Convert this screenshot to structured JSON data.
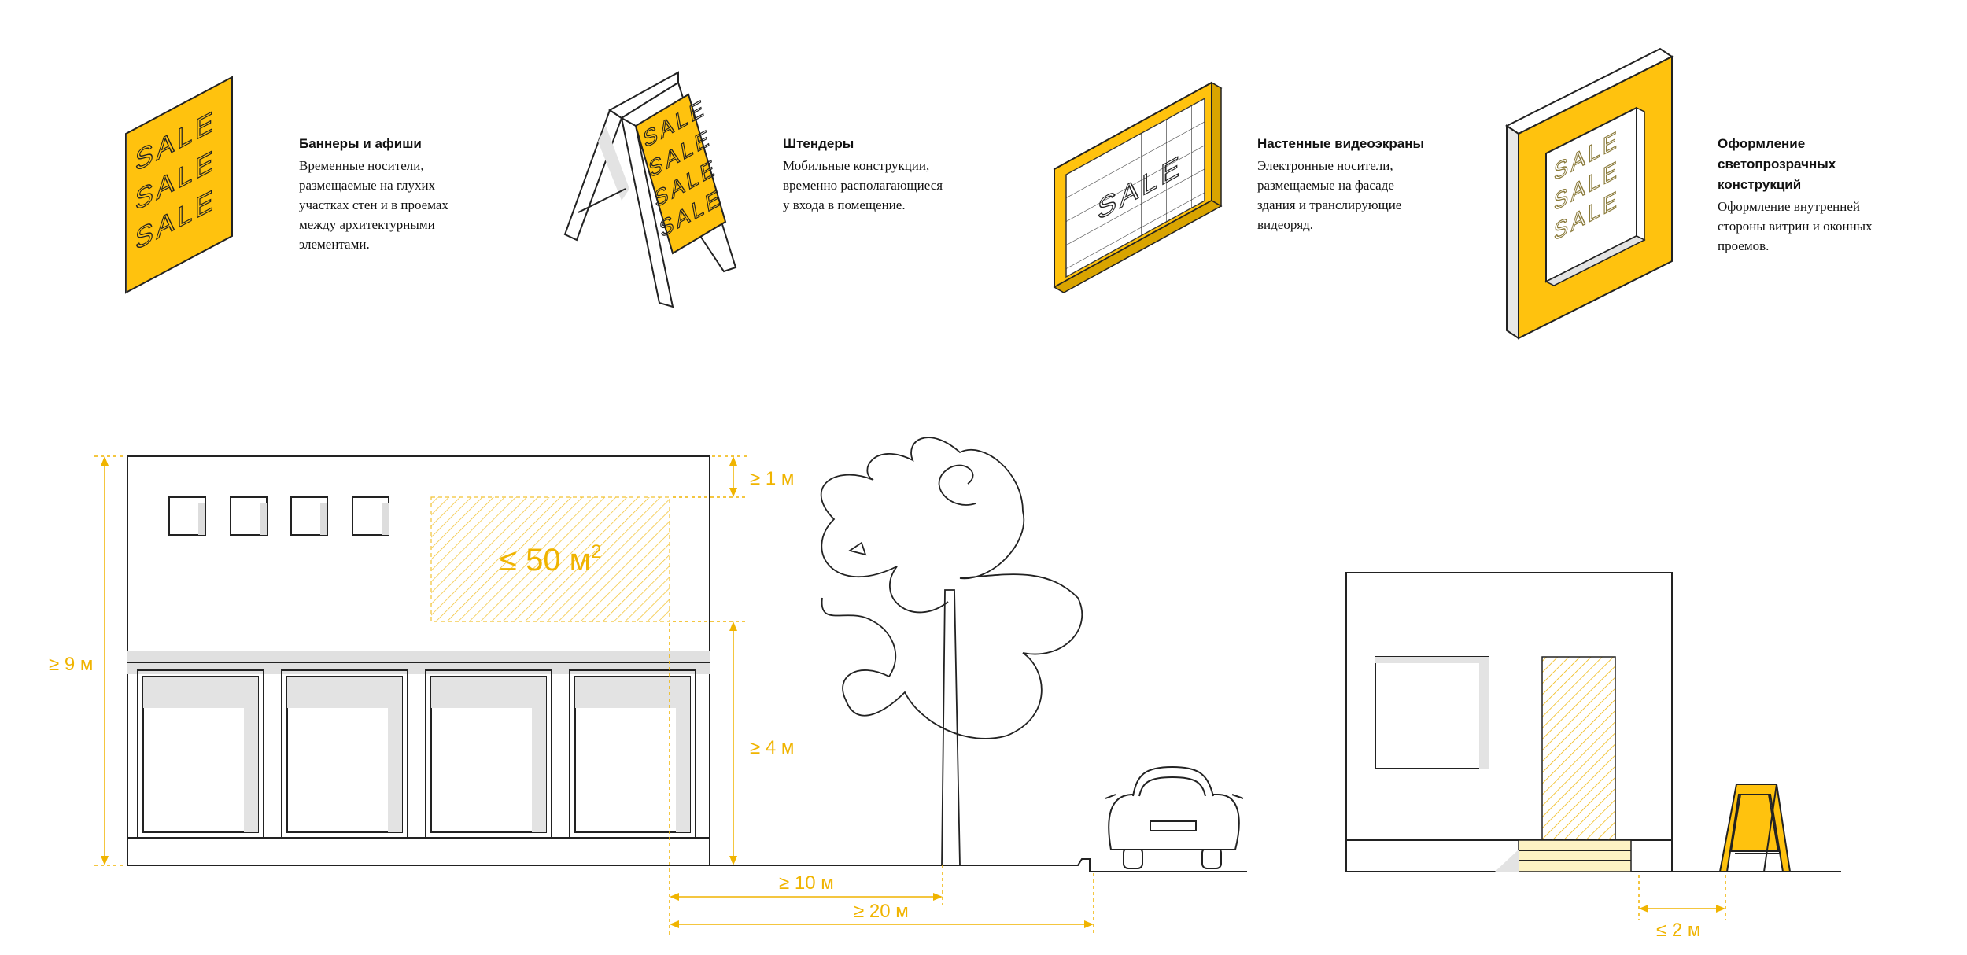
{
  "colors": {
    "accent": "#FFC20E",
    "dimension": "#F0B400",
    "stroke": "#222222",
    "shade": "#E3E3E3"
  },
  "cards": [
    {
      "title": "Баннеры и афиши",
      "desc": "Временные носители,\nразмещаемые на глухих\nучастках стен и в проемах\nмежду архитектурными\nэлементами."
    },
    {
      "title": "Штендеры",
      "desc": "Мобильные конструкции,\nвременно располагающиеся\nу входа в помещение."
    },
    {
      "title": "Настенные видеоэкраны",
      "desc": "Электронные носители,\nразмещаемые на фасаде\nздания и транслирующие\nвидеоряд."
    },
    {
      "title": "Оформление\nсветопрозрачных\nконструкций",
      "desc": "Оформление внутренней\nстороны витрин и оконных\nпроемов."
    }
  ],
  "sale_word": "SALE",
  "dimensions": {
    "building_height": "≥ 9 м",
    "top_offset": "≥ 1 м",
    "banner_area": "≤ 50 м",
    "banner_area_exp": "2",
    "banner_height": "≥ 4 м",
    "tree_distance": "≥ 10 м",
    "road_distance": "≥ 20 м",
    "stand_distance": "≤ 2 м"
  }
}
